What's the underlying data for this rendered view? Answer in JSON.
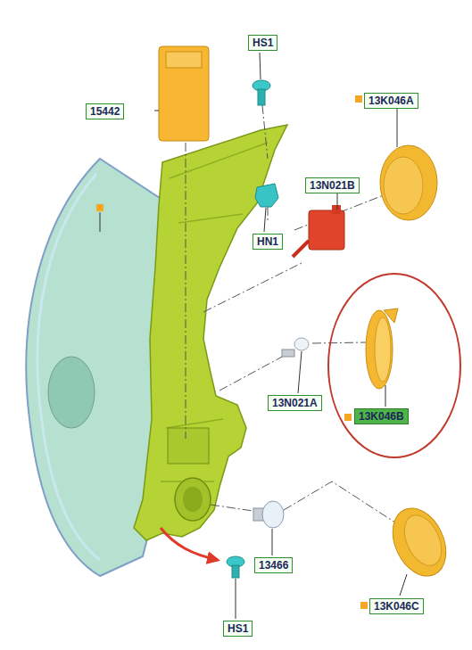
{
  "diagram": {
    "nodes": [
      {
        "text": [
          "HS1"
        ]
      },
      {
        "text": [
          "13K046A"
        ]
      },
      {
        "text": [
          "15442"
        ]
      },
      {
        "text": [
          "13N021B"
        ]
      },
      {
        "text": [
          "HN1"
        ]
      },
      {
        "text": [
          "13N021A"
        ]
      },
      {
        "text": [
          "13K046B"
        ]
      },
      {
        "text": [
          "13466"
        ]
      },
      {
        "text": [
          "13K046C"
        ]
      },
      {
        "text": [
          "HS1"
        ]
      }
    ]
  }
}
